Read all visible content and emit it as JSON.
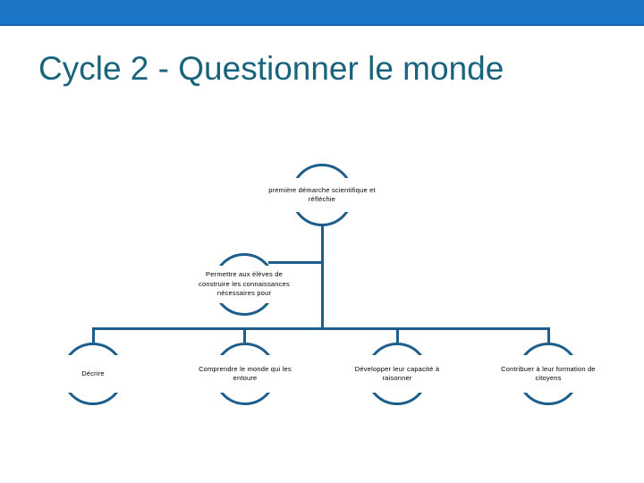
{
  "slide": {
    "title": "Cycle 2 - Questionner le monde"
  },
  "colors": {
    "top_bar": "#1b76c8",
    "top_bar_edge": "#1565ad",
    "title_text": "#19647c",
    "diagram_line": "#1e5e8c",
    "node_text": "#000000",
    "background": "#ffffff"
  },
  "diagram": {
    "type": "hierarchy",
    "nodes": [
      {
        "id": "root",
        "level": 1,
        "label": "première démarche scientifique et réfléchie"
      },
      {
        "id": "premise",
        "level": 2,
        "label": "Permettre aux élèves de construire les connaissances nécessaires pour"
      },
      {
        "id": "decrire",
        "level": 3,
        "label": "Décrire"
      },
      {
        "id": "comprendre",
        "level": 3,
        "label": "Comprendre le monde qui les entoure"
      },
      {
        "id": "developper",
        "level": 3,
        "label": "Développer leur capacité à raisonner"
      },
      {
        "id": "contribuer",
        "level": 3,
        "label": "Contribuer à leur formation de citoyens"
      }
    ]
  }
}
